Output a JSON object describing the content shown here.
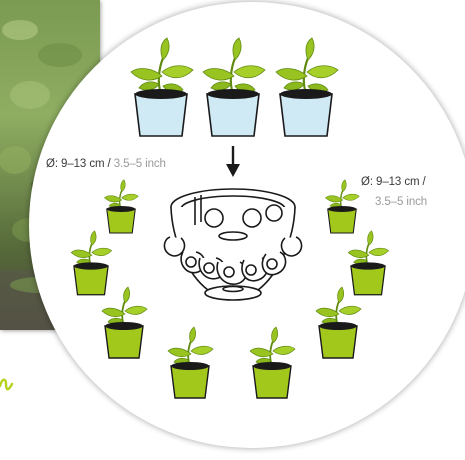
{
  "size_labels": {
    "left": {
      "metric": "Ø: 9–13 cm /",
      "imperial": "3.5–5 inch"
    },
    "right": {
      "metric": "Ø: 9–13 cm /",
      "imperial": "3.5–5 inch"
    }
  },
  "colors": {
    "large_pot": "#cfe9f5",
    "small_pot": "#a3c81c",
    "leaf": "#98c321",
    "leaf_dark": "#5f8a10",
    "outline": "#1a1a1a",
    "handwriting": "#b5d11b"
  },
  "icons": {
    "arrow": "arrow-down-icon",
    "planter": "planter-with-side-pockets"
  }
}
